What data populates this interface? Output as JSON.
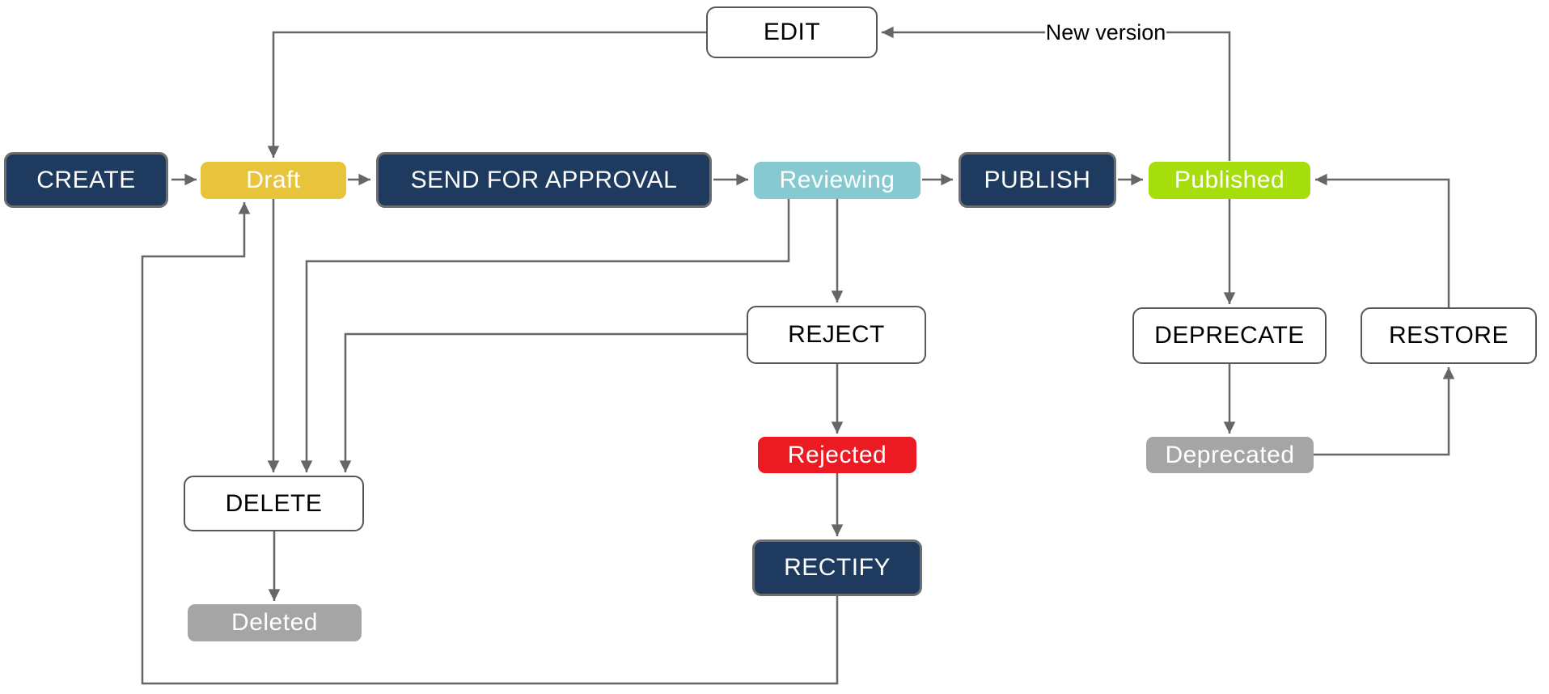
{
  "diagram": {
    "nodes": {
      "create": {
        "label": "CREATE",
        "kind": "action"
      },
      "draft": {
        "label": "Draft",
        "kind": "state",
        "color": "#e7c43c"
      },
      "send": {
        "label": "SEND FOR APPROVAL",
        "kind": "action"
      },
      "reviewing": {
        "label": "Reviewing",
        "kind": "state",
        "color": "#87c9d0"
      },
      "publish": {
        "label": "PUBLISH",
        "kind": "action"
      },
      "published": {
        "label": "Published",
        "kind": "state",
        "color": "#a5de0b"
      },
      "edit": {
        "label": "EDIT",
        "kind": "action-outline"
      },
      "reject": {
        "label": "REJECT",
        "kind": "action-outline"
      },
      "rejected": {
        "label": "Rejected",
        "kind": "state",
        "color": "#ec1b23"
      },
      "rectify": {
        "label": "RECTIFY",
        "kind": "action"
      },
      "delete": {
        "label": "DELETE",
        "kind": "action-outline"
      },
      "deleted": {
        "label": "Deleted",
        "kind": "state",
        "color": "#a5a5a5"
      },
      "deprecate": {
        "label": "DEPRECATE",
        "kind": "action-outline"
      },
      "restore": {
        "label": "RESTORE",
        "kind": "action-outline"
      },
      "deprecated": {
        "label": "Deprecated",
        "kind": "state",
        "color": "#a5a5a5"
      }
    },
    "edge_labels": {
      "new_version": "New version"
    },
    "edges": [
      {
        "from": "CREATE",
        "to": "Draft"
      },
      {
        "from": "Draft",
        "to": "SEND FOR APPROVAL"
      },
      {
        "from": "SEND FOR APPROVAL",
        "to": "Reviewing"
      },
      {
        "from": "Reviewing",
        "to": "PUBLISH"
      },
      {
        "from": "PUBLISH",
        "to": "Published"
      },
      {
        "from": "Published",
        "to": "EDIT",
        "label": "New version"
      },
      {
        "from": "EDIT",
        "to": "Draft"
      },
      {
        "from": "Reviewing",
        "to": "REJECT"
      },
      {
        "from": "Reviewing",
        "to": "DELETE"
      },
      {
        "from": "Draft",
        "to": "DELETE"
      },
      {
        "from": "REJECT",
        "to": "DELETE"
      },
      {
        "from": "REJECT",
        "to": "Rejected"
      },
      {
        "from": "Rejected",
        "to": "RECTIFY"
      },
      {
        "from": "RECTIFY",
        "to": "Draft"
      },
      {
        "from": "DELETE",
        "to": "Deleted"
      },
      {
        "from": "Published",
        "to": "DEPRECATE"
      },
      {
        "from": "DEPRECATE",
        "to": "Deprecated"
      },
      {
        "from": "Deprecated",
        "to": "RESTORE"
      },
      {
        "from": "RESTORE",
        "to": "Published"
      }
    ],
    "colors": {
      "action_fill": "#1e3a5f",
      "draft_fill": "#e7c43c",
      "reviewing_fill": "#87c9d0",
      "published_fill": "#a5de0b",
      "rejected_fill": "#ec1b23",
      "terminal_fill": "#a5a5a5",
      "arrow": "#666666",
      "background": "#ffffff"
    }
  }
}
